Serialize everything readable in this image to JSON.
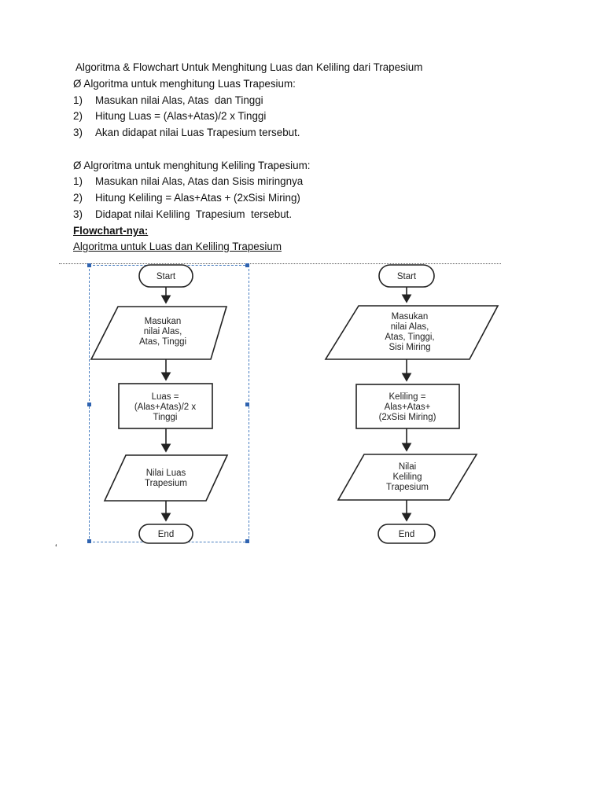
{
  "title": " Algoritma & Flowchart Untuk Menghitung Luas dan Keliling dari Trapesium",
  "section1": {
    "heading": "Ø Algoritma untuk menghitung Luas Trapesium:",
    "items": [
      {
        "num": "1)",
        "text": "Masukan nilai Alas, Atas  dan Tinggi"
      },
      {
        "num": "2)",
        "text": "Hitung Luas = (Alas+Atas)/2 x Tinggi"
      },
      {
        "num": "3)",
        "text": "Akan didapat nilai Luas Trapesium tersebut."
      }
    ]
  },
  "section2": {
    "heading": "Ø Algroritma untuk menghitung Keliling Trapesium:",
    "items": [
      {
        "num": "1)",
        "text": "Masukan nilai Alas, Atas dan Sisis miringnya"
      },
      {
        "num": "2)",
        "text": "Hitung Keliling = Alas+Atas + (2xSisi Miring)"
      },
      {
        "num": "3)",
        "text": "Didapat nilai Keliling  Trapesium  tersebut."
      }
    ]
  },
  "flowchart_heading": "Flowchart-nya:",
  "flowchart_subheading": "Algoritma untuk Luas dan Keliling Trapesium",
  "stray_mark": "ʻ",
  "flow_luas": {
    "start": "Start",
    "input": [
      "Masukan",
      "nilai Alas,",
      "Atas, Tinggi"
    ],
    "process": [
      "Luas =",
      "(Alas+Atas)/2 x",
      "Tinggi"
    ],
    "output": [
      "Nilai Luas",
      "Trapesium"
    ],
    "end": "End"
  },
  "flow_keliling": {
    "start": "Start",
    "input": [
      "Masukan",
      "nilai Alas,",
      "Atas, Tinggi,",
      "Sisi Miring"
    ],
    "process": [
      "Keliling =",
      "Alas+Atas+",
      "(2xSisi Miring)"
    ],
    "output": [
      "Nilai",
      "Keliling",
      "Trapesium"
    ],
    "end": "End"
  },
  "colors": {
    "text": "#111111",
    "selection": "#2f63b0"
  }
}
